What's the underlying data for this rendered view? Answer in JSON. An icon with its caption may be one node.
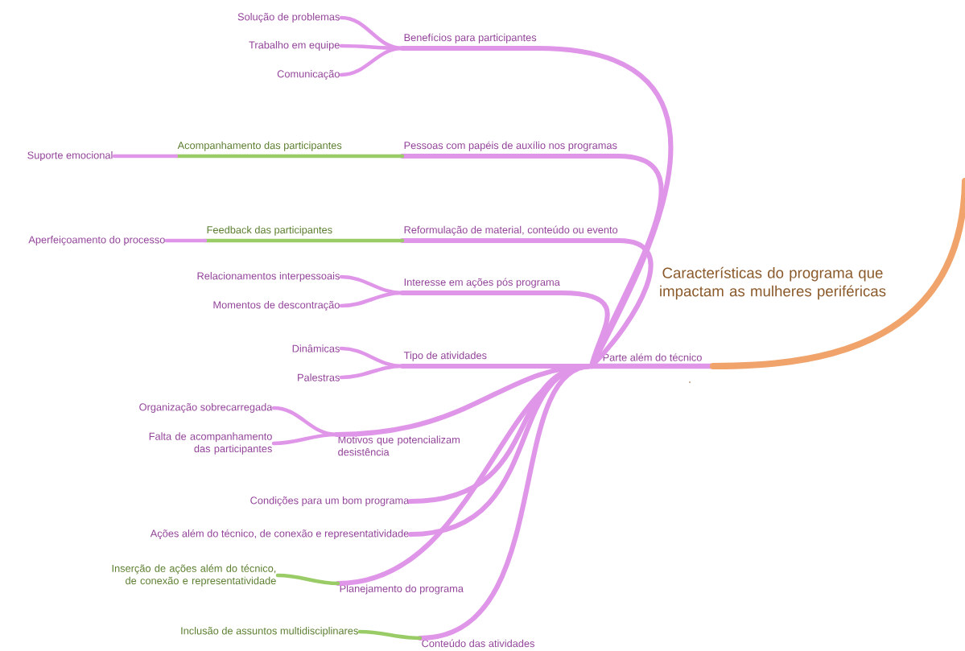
{
  "diagram": {
    "title": "Características do programa que impactam as mulheres periféricas",
    "nodes": [
      {
        "text": [
          "Parte além do técnico"
        ]
      },
      {
        "text": [
          "Benefícios para participantes"
        ]
      },
      {
        "text": [
          "Solução de problemas"
        ]
      },
      {
        "text": [
          "Trabalho em equipe"
        ]
      },
      {
        "text": [
          "Comunicação"
        ]
      },
      {
        "text": [
          "Pessoas com papéis de auxílio nos programas"
        ]
      },
      {
        "text": [
          "Acompanhamento das participantes"
        ]
      },
      {
        "text": [
          "Suporte emocional"
        ]
      },
      {
        "text": [
          "Reformulação de material, conteúdo ou evento"
        ]
      },
      {
        "text": [
          "Feedback das participantes"
        ]
      },
      {
        "text": [
          "Aperfeiçoamento do processo"
        ]
      },
      {
        "text": [
          "Interesse em ações pós programa"
        ]
      },
      {
        "text": [
          "Relacionamentos interpessoais"
        ]
      },
      {
        "text": [
          "Momentos de descontração"
        ]
      },
      {
        "text": [
          "Tipo de atividades"
        ]
      },
      {
        "text": [
          "Dinâmicas"
        ]
      },
      {
        "text": [
          "Palestras"
        ]
      },
      {
        "text": [
          "Motivos que potencializam desistência"
        ]
      },
      {
        "text": [
          "Organização sobrecarregada"
        ]
      },
      {
        "text": [
          "Falta de acompanhamento das participantes"
        ]
      },
      {
        "text": [
          "Condições para um bom programa"
        ]
      },
      {
        "text": [
          "Ações além do técnico, de conexão e representatividade"
        ]
      },
      {
        "text": [
          "Planejamento do programa"
        ]
      },
      {
        "text": [
          "Inserção de ações além do técnico, de conexão e representatividade"
        ]
      },
      {
        "text": [
          "Conteúdo das atividades"
        ]
      },
      {
        "text": [
          "Inclusão de assuntos multidisciplinares"
        ]
      }
    ],
    "edges": [
      {
        "from": null,
        "to": 0,
        "arrow": "none",
        "color": "#f0a46c"
      },
      {
        "from": 0,
        "to": 1,
        "arrow": "none"
      },
      {
        "from": 1,
        "to": 2,
        "arrow": "none"
      },
      {
        "from": 1,
        "to": 3,
        "arrow": "none"
      },
      {
        "from": 1,
        "to": 4,
        "arrow": "none"
      },
      {
        "from": 0,
        "to": 5,
        "arrow": "none"
      },
      {
        "from": 5,
        "to": 6,
        "arrow": "none",
        "color": "#99cc66"
      },
      {
        "from": 6,
        "to": 7,
        "arrow": "none"
      },
      {
        "from": 0,
        "to": 8,
        "arrow": "none"
      },
      {
        "from": 8,
        "to": 9,
        "arrow": "none",
        "color": "#99cc66"
      },
      {
        "from": 9,
        "to": 10,
        "arrow": "none"
      },
      {
        "from": 0,
        "to": 11,
        "arrow": "none"
      },
      {
        "from": 11,
        "to": 12,
        "arrow": "none"
      },
      {
        "from": 11,
        "to": 13,
        "arrow": "none"
      },
      {
        "from": 0,
        "to": 14,
        "arrow": "none"
      },
      {
        "from": 14,
        "to": 15,
        "arrow": "none"
      },
      {
        "from": 14,
        "to": 16,
        "arrow": "none"
      },
      {
        "from": 0,
        "to": 17,
        "arrow": "none"
      },
      {
        "from": 17,
        "to": 18,
        "arrow": "none"
      },
      {
        "from": 17,
        "to": 19,
        "arrow": "none"
      },
      {
        "from": 0,
        "to": 20,
        "arrow": "none"
      },
      {
        "from": 0,
        "to": 21,
        "arrow": "none"
      },
      {
        "from": 0,
        "to": 22,
        "arrow": "none"
      },
      {
        "from": 22,
        "to": 23,
        "arrow": "none",
        "color": "#99cc66"
      },
      {
        "from": 0,
        "to": 24,
        "arrow": "none"
      },
      {
        "from": 24,
        "to": 25,
        "arrow": "none",
        "color": "#99cc66"
      }
    ],
    "labels": [
      "."
    ]
  }
}
